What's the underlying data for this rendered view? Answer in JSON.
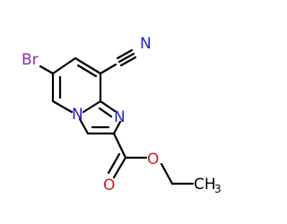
{
  "molecule": {
    "atoms": {
      "br": "Br",
      "cyano_n": "N",
      "ring_n_bridge": "N",
      "ring_n_imine": "N",
      "carbonyl_o": "O",
      "ester_o": "O",
      "methyl_c": "CH",
      "methyl_sub": "3"
    }
  },
  "colors": {
    "bond": "#000000",
    "bromine": "#8B2E9E",
    "nitrogen": "#1F1FCC",
    "oxygen": "#D11A1A",
    "carbon": "#000000"
  }
}
